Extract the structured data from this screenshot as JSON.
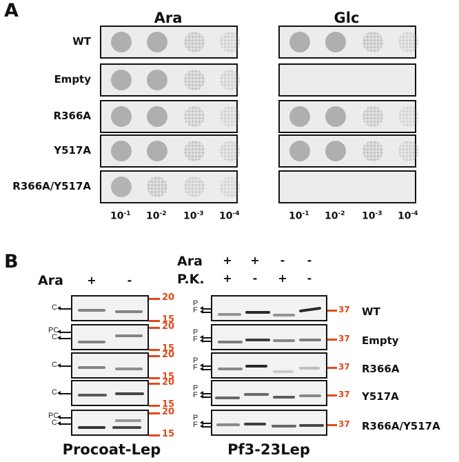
{
  "figure": {
    "panel_a": {
      "letter": "A",
      "columns": [
        {
          "title": "Ara"
        },
        {
          "title": "Glc"
        }
      ],
      "rows": [
        {
          "label": "WT",
          "ara_growth": [
            1,
            1,
            0.75,
            0.35
          ],
          "glc_growth": [
            1,
            1,
            0.75,
            0.35
          ]
        },
        {
          "label": "Empty",
          "ara_growth": [
            1,
            1,
            0.75,
            0.35
          ],
          "glc_growth": [
            0,
            0,
            0,
            0
          ]
        },
        {
          "label": "R366A",
          "ara_growth": [
            1,
            1,
            0.7,
            0.3
          ],
          "glc_growth": [
            1,
            1,
            0.7,
            0.25
          ]
        },
        {
          "label": "Y517A",
          "ara_growth": [
            1,
            1,
            0.75,
            0.35
          ],
          "glc_growth": [
            1,
            1,
            0.75,
            0.4
          ]
        },
        {
          "label": "R366A/Y517A",
          "ara_growth": [
            0.9,
            0.8,
            0.5,
            0.25
          ],
          "glc_growth": [
            0,
            0,
            0,
            0
          ]
        }
      ],
      "dilutions": [
        {
          "base": "10",
          "exp": "-1"
        },
        {
          "base": "10",
          "exp": "-2"
        },
        {
          "base": "10",
          "exp": "-3"
        },
        {
          "base": "10",
          "exp": "-4"
        }
      ]
    },
    "panel_b": {
      "letter": "B",
      "procoat": {
        "condition_label": "Ara",
        "signs": [
          "+",
          "-"
        ],
        "title": "Procoat-Lep",
        "markers": {
          "upper": "20",
          "lower": "15"
        },
        "rows": [
          {
            "labels": [
              "C"
            ]
          },
          {
            "labels": [
              "PC",
              "C"
            ]
          },
          {
            "labels": [
              "C"
            ]
          },
          {
            "labels": [
              "C"
            ]
          },
          {
            "labels": [
              "PC",
              "C"
            ]
          }
        ]
      },
      "pf3": {
        "condition_labels": [
          "Ara",
          "P.K."
        ],
        "ara_signs": [
          "+",
          "+",
          "-",
          "-"
        ],
        "pk_signs": [
          "+",
          "-",
          "+",
          "-"
        ],
        "title": "Pf3-23Lep",
        "marker": "37",
        "band_labels": [
          "P",
          "F"
        ],
        "rows": [
          {
            "label": "WT"
          },
          {
            "label": "Empty"
          },
          {
            "label": "R366A"
          },
          {
            "label": "Y517A"
          },
          {
            "label": "R366A/Y517A"
          }
        ]
      }
    },
    "colors": {
      "marker": "#e04a1a",
      "frame": "#111111",
      "spot": "#b8b8b8",
      "band": "#3a3a3a"
    }
  }
}
